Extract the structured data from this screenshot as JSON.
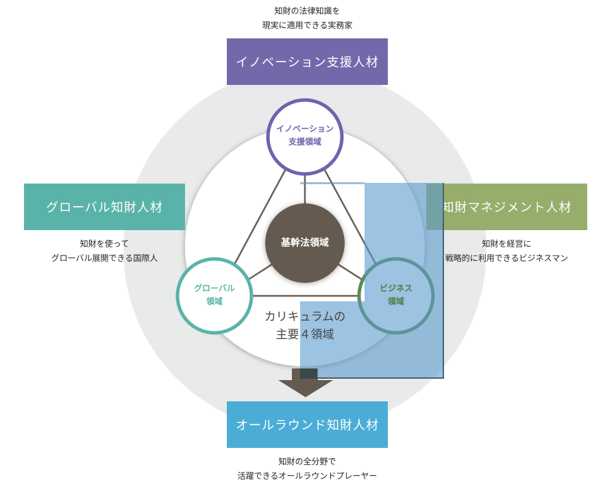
{
  "top": {
    "caption": [
      "知財の法律知識を",
      "現実に適用できる実務家"
    ],
    "label": "イノベーション支援人材",
    "color": "#7268aa"
  },
  "left": {
    "caption": [
      "知財を使って",
      "グローバル展開できる国際人"
    ],
    "label": "グローバル知財人材",
    "color": "#5ab3a8"
  },
  "right": {
    "caption": [
      "知財を経営に",
      "戦略的に利用できるビジネスマン"
    ],
    "label": "知財マネジメント人材",
    "color": "#97ad6b"
  },
  "bottom": {
    "caption": [
      "知財の全分野で",
      "活躍できるオールラウンドプレーヤー"
    ],
    "label": "オールラウンド知財人材",
    "color": "#4badd6"
  },
  "center": {
    "label": "基幹法領域",
    "subtitle": [
      "カリキュラムの",
      "主要４領域"
    ]
  },
  "nodes": {
    "innovation": [
      "イノベーション",
      "支援領域"
    ],
    "global": [
      "グローバル",
      "領域"
    ],
    "business": [
      "ビジネス",
      "領域"
    ]
  }
}
